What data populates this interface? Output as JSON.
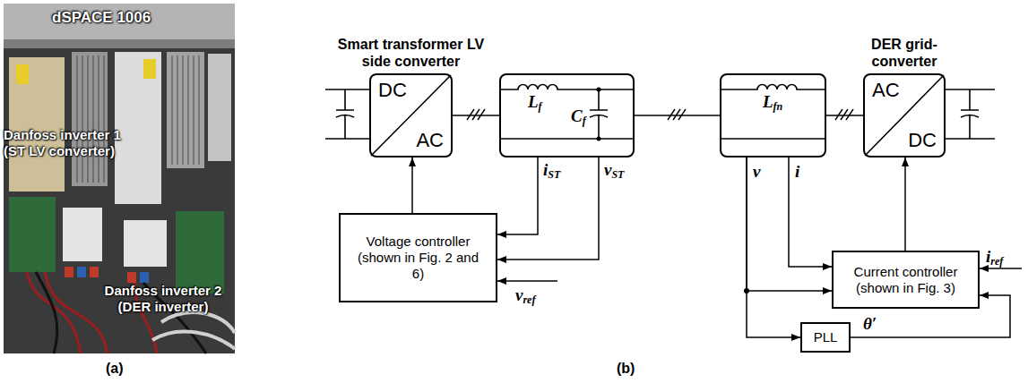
{
  "diagram": {
    "nodes": [
      {
        "text": [
          "Smart transformer LV side converter",
          "DC",
          "AC"
        ]
      },
      {
        "text": [
          "Lf",
          "Cf"
        ]
      },
      {
        "text": [
          "Lfn"
        ]
      },
      {
        "text": [
          "DER grid-converter",
          "AC",
          "DC"
        ]
      },
      {
        "text": [
          "Voltage controller (shown in Fig. 2 and 6)"
        ]
      },
      {
        "text": [
          "Current controller (shown in Fig. 3)"
        ]
      },
      {
        "text": [
          "PLL"
        ]
      }
    ],
    "edges": [
      {
        "from": 0,
        "to": 1,
        "arrow": "none"
      },
      {
        "from": 1,
        "to": 2,
        "arrow": "none"
      },
      {
        "from": 2,
        "to": 3,
        "arrow": "none"
      },
      {
        "from": 1,
        "to": 4,
        "arrow": "to",
        "label": "iST"
      },
      {
        "from": 1,
        "to": 4,
        "arrow": "to",
        "label": "vST"
      },
      {
        "from": 4,
        "to": 0,
        "arrow": "to"
      },
      {
        "from": 2,
        "to": 5,
        "arrow": "to",
        "label": "v"
      },
      {
        "from": 2,
        "to": 6,
        "arrow": "to"
      },
      {
        "from": 2,
        "to": 5,
        "arrow": "to",
        "label": "i"
      },
      {
        "from": 5,
        "to": 3,
        "arrow": "to"
      },
      {
        "from": 6,
        "to": 5,
        "arrow": "to",
        "label": "θ′"
      }
    ],
    "labels": [
      "dSPACE 1006",
      "Danfoss inverter 1 (ST LV converter)",
      "Danfoss inverter 2 (DER inverter)",
      "(a)",
      "(b)",
      "vref",
      "iref"
    ]
  }
}
